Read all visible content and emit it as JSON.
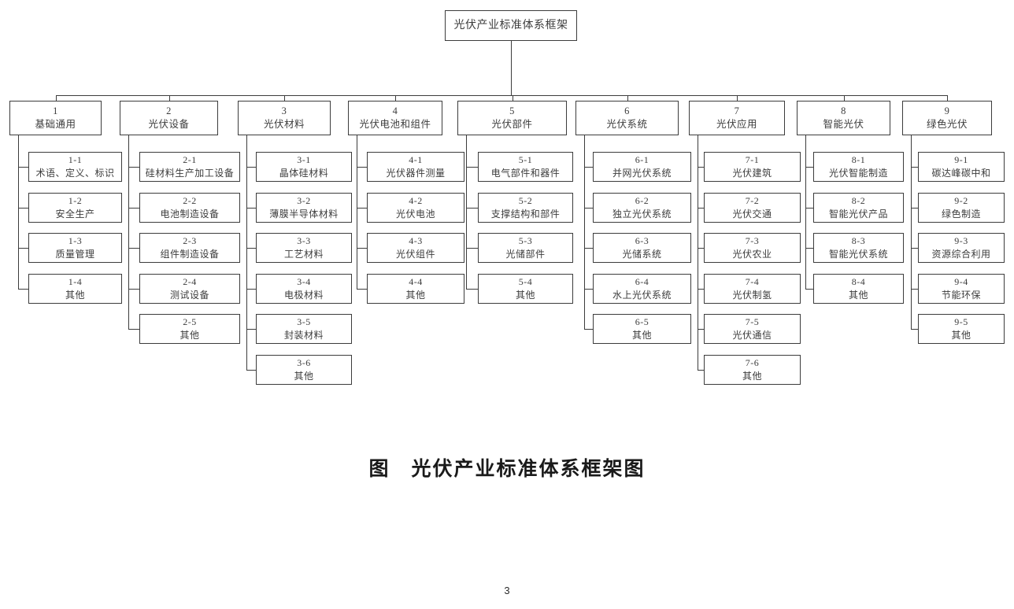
{
  "diagram": {
    "root": {
      "label": "光伏产业标准体系框架"
    },
    "columns": [
      {
        "id": "1",
        "label": "基础通用",
        "children": [
          {
            "id": "1-1",
            "label": "术语、定义、标识"
          },
          {
            "id": "1-2",
            "label": "安全生产"
          },
          {
            "id": "1-3",
            "label": "质量管理"
          },
          {
            "id": "1-4",
            "label": "其他"
          }
        ]
      },
      {
        "id": "2",
        "label": "光伏设备",
        "children": [
          {
            "id": "2-1",
            "label": "硅材料生产加工设备"
          },
          {
            "id": "2-2",
            "label": "电池制造设备"
          },
          {
            "id": "2-3",
            "label": "组件制造设备"
          },
          {
            "id": "2-4",
            "label": "测试设备"
          },
          {
            "id": "2-5",
            "label": "其他"
          }
        ]
      },
      {
        "id": "3",
        "label": "光伏材料",
        "children": [
          {
            "id": "3-1",
            "label": "晶体硅材料"
          },
          {
            "id": "3-2",
            "label": "薄膜半导体材料"
          },
          {
            "id": "3-3",
            "label": "工艺材料"
          },
          {
            "id": "3-4",
            "label": "电极材料"
          },
          {
            "id": "3-5",
            "label": "封装材料"
          },
          {
            "id": "3-6",
            "label": "其他"
          }
        ]
      },
      {
        "id": "4",
        "label": "光伏电池和组件",
        "children": [
          {
            "id": "4-1",
            "label": "光伏器件测量"
          },
          {
            "id": "4-2",
            "label": "光伏电池"
          },
          {
            "id": "4-3",
            "label": "光伏组件"
          },
          {
            "id": "4-4",
            "label": "其他"
          }
        ]
      },
      {
        "id": "5",
        "label": "光伏部件",
        "children": [
          {
            "id": "5-1",
            "label": "电气部件和器件"
          },
          {
            "id": "5-2",
            "label": "支撑结构和部件"
          },
          {
            "id": "5-3",
            "label": "光储部件"
          },
          {
            "id": "5-4",
            "label": "其他"
          }
        ]
      },
      {
        "id": "6",
        "label": "光伏系统",
        "children": [
          {
            "id": "6-1",
            "label": "并网光伏系统"
          },
          {
            "id": "6-2",
            "label": "独立光伏系统"
          },
          {
            "id": "6-3",
            "label": "光储系统"
          },
          {
            "id": "6-4",
            "label": "水上光伏系统"
          },
          {
            "id": "6-5",
            "label": "其他"
          }
        ]
      },
      {
        "id": "7",
        "label": "光伏应用",
        "children": [
          {
            "id": "7-1",
            "label": "光伏建筑"
          },
          {
            "id": "7-2",
            "label": "光伏交通"
          },
          {
            "id": "7-3",
            "label": "光伏农业"
          },
          {
            "id": "7-4",
            "label": "光伏制氢"
          },
          {
            "id": "7-5",
            "label": "光伏通信"
          },
          {
            "id": "7-6",
            "label": "其他"
          }
        ]
      },
      {
        "id": "8",
        "label": "智能光伏",
        "children": [
          {
            "id": "8-1",
            "label": "光伏智能制造"
          },
          {
            "id": "8-2",
            "label": "智能光伏产品"
          },
          {
            "id": "8-3",
            "label": "智能光伏系统"
          },
          {
            "id": "8-4",
            "label": "其他"
          }
        ]
      },
      {
        "id": "9",
        "label": "绿色光伏",
        "children": [
          {
            "id": "9-1",
            "label": "碳达峰碳中和"
          },
          {
            "id": "9-2",
            "label": "绿色制造"
          },
          {
            "id": "9-3",
            "label": "资源综合利用"
          },
          {
            "id": "9-4",
            "label": "节能环保"
          },
          {
            "id": "9-5",
            "label": "其他"
          }
        ]
      }
    ]
  },
  "caption": "图　光伏产业标准体系框架图",
  "page_number": "3",
  "colors": {
    "line": "#3c3c3c",
    "text": "#3c3c3c",
    "background": "#ffffff"
  }
}
